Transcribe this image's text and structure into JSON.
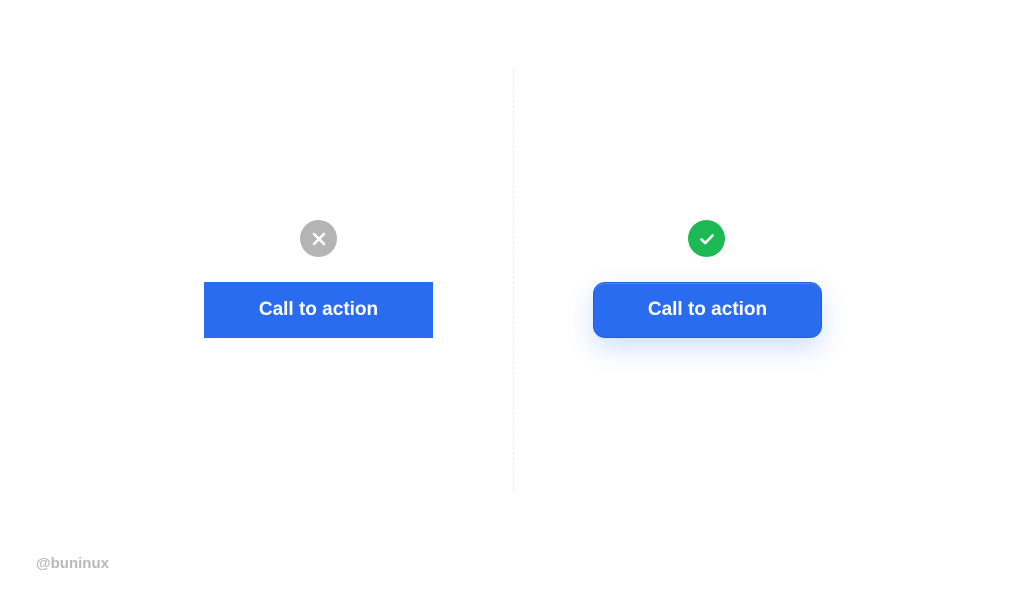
{
  "colors": {
    "background": "#ffffff",
    "button_blue": "#2a6cf0",
    "bad_icon_bg": "#b4b4b4",
    "good_icon_bg": "#1db954",
    "icon_glyph": "#ffffff",
    "watermark": "#b9b9b9",
    "divider": "#e9e9e9"
  },
  "left": {
    "status_icon": "close-icon",
    "button_label": "Call to action"
  },
  "right": {
    "status_icon": "check-icon",
    "button_label": "Call to action"
  },
  "watermark": "@buninux"
}
